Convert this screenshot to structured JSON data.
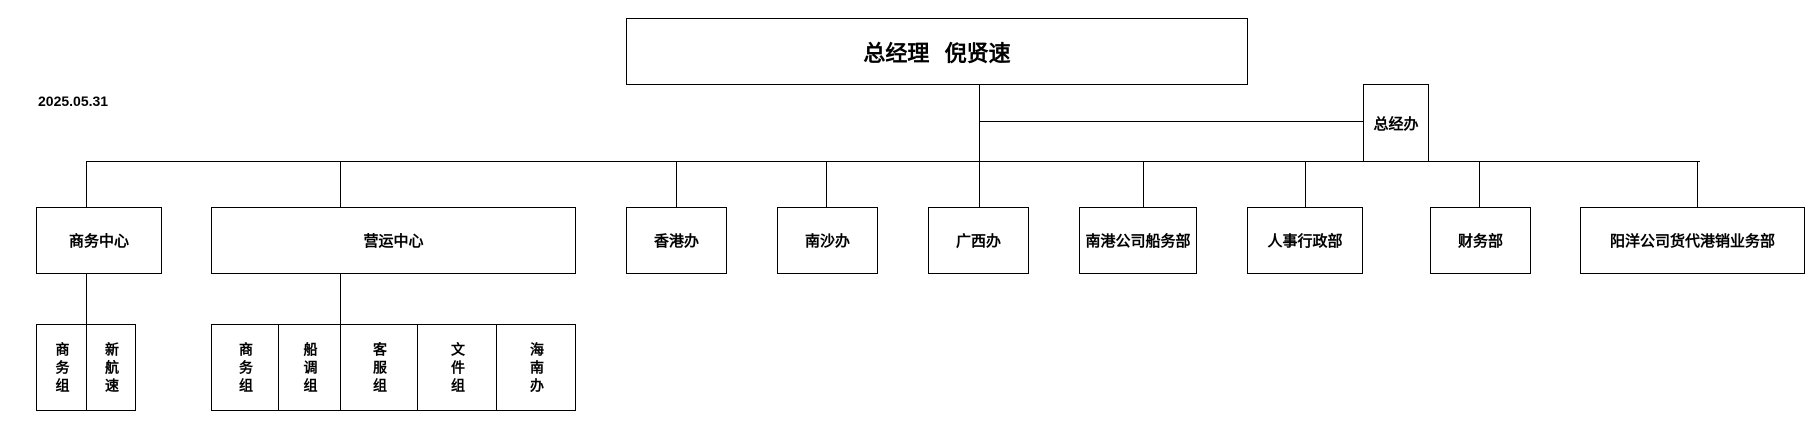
{
  "date": "2025.05.31",
  "top": "总经理  倪贤速",
  "office": "总经办",
  "departments": [
    "商务中心",
    "营运中心",
    "香港办",
    "南沙办",
    "广西办",
    "南港公司船务部",
    "人事行政部",
    "财务部",
    "阳洋公司货代港销业务部"
  ],
  "business_center_groups": [
    "商务组",
    "新航速"
  ],
  "operation_center_groups": [
    "商务组",
    "船调组",
    "客服组",
    "文件组",
    "海南办"
  ]
}
